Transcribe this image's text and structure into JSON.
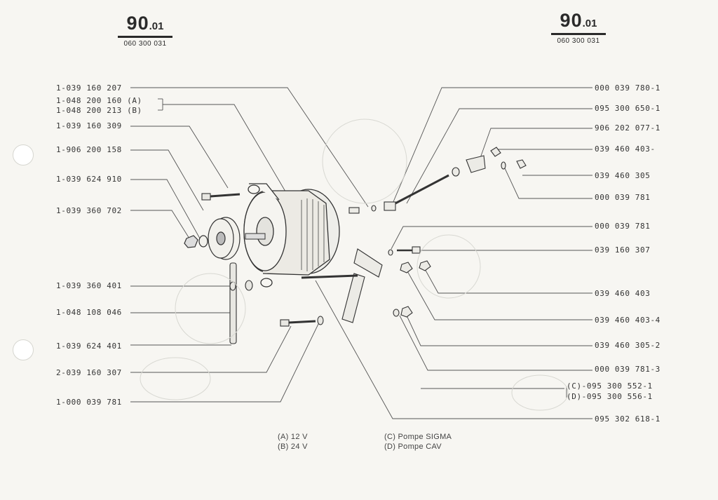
{
  "header": {
    "left": {
      "number": "90",
      "suffix": ".01",
      "code": "060 300 031"
    },
    "right": {
      "number": "90",
      "suffix": ".01",
      "code": "060 300 031"
    }
  },
  "left_labels": [
    "1-039 160 207",
    "1-048 200 160 (A)",
    "1-048 200 213 (B)",
    "1-039 160 309",
    "1-906 200 158",
    "1-039 624 910",
    "1-039 360 702",
    "1-039 360 401",
    "1-048 108 046",
    "1-039 624 401",
    "2-039 160 307",
    "1-000 039 781"
  ],
  "right_labels": [
    "000 039 780-1",
    "095 300 650-1",
    "906 202 077-1",
    "039 460 403-",
    "039 460 305",
    "000 039 781",
    "000 039 781",
    "039 160 307",
    "039 460 403",
    "039 460 403-4",
    "039 460 305-2",
    "000 039 781-3",
    "(C)-095 300 552-1",
    "(D)-095 300 556-1",
    "095 302 618-1"
  ],
  "legend": {
    "a": "(A)  12 V",
    "b": "(B)  24 V",
    "c": "(C) Pompe SIGMA",
    "d": "(D) Pompe CAV"
  }
}
